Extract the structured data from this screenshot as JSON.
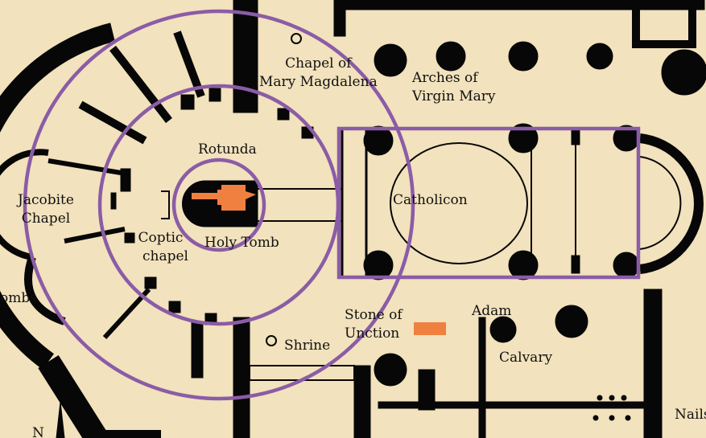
{
  "title": "Church of the Holy Sepulchre plan",
  "colors": {
    "background": "#f2e2bd",
    "walls": "#070707",
    "highlight_rings": "#8b5ca6",
    "holy_sites": "#f08040"
  },
  "labels": {
    "chapel_magdalena": [
      "Chapel of",
      "Mary Magdalena"
    ],
    "arches": [
      "Arches of",
      "Virgin Mary"
    ],
    "rotunda": "Rotunda",
    "jacobite": [
      "Jacobite",
      "Chapel"
    ],
    "coptic": [
      "Coptic",
      "chapel"
    ],
    "holy_tomb": "Holy Tomb",
    "catholicon": "Catholicon",
    "tombs": "ombs",
    "stone": [
      "Stone of",
      "Unction"
    ],
    "adam": "Adam",
    "shrine": "Shrine",
    "calvary": "Calvary",
    "nails": "Nails",
    "north": "N"
  }
}
